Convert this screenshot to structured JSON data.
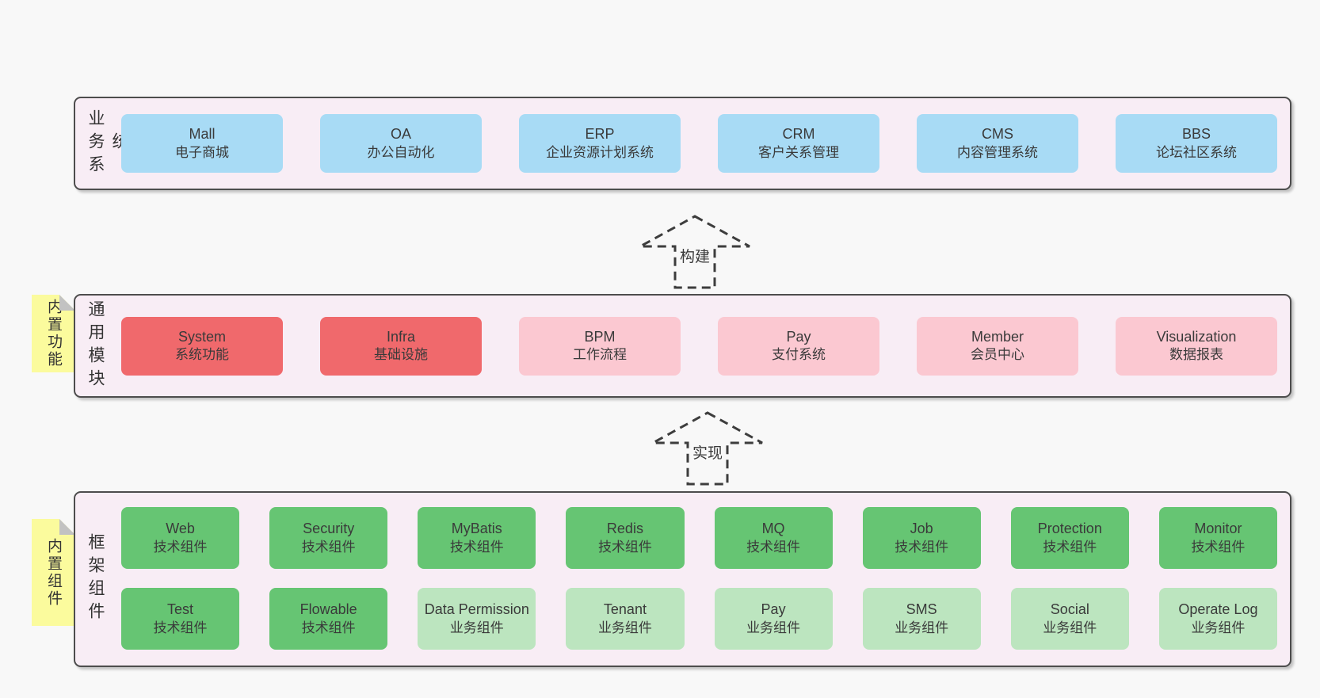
{
  "colors": {
    "page_bg": "#F8F8F8",
    "container_bg": "#F8EDF5",
    "container_border": "#4D4D4D",
    "blue": "#A8DBF5",
    "red": "#F0696C",
    "pink": "#FBC8D1",
    "green_dark": "#66C573",
    "green_light": "#BCE5BF",
    "note_yellow": "#FBFB9D",
    "note_fold": "#C2C2C2",
    "arrow_stroke": "#3D3D3D",
    "text": "#3A3A3A"
  },
  "notes": [
    {
      "label": "内置功能"
    },
    {
      "label": "内置组件"
    }
  ],
  "arrows": [
    {
      "label": "构建"
    },
    {
      "label": "实现"
    }
  ],
  "layers": [
    {
      "label": "业务系统",
      "boxes": [
        {
          "en": "Mall",
          "zh": "电子商城"
        },
        {
          "en": "OA",
          "zh": "办公自动化"
        },
        {
          "en": "ERP",
          "zh": "企业资源计划系统"
        },
        {
          "en": "CRM",
          "zh": "客户关系管理"
        },
        {
          "en": "CMS",
          "zh": "内容管理系统"
        },
        {
          "en": "BBS",
          "zh": "论坛社区系统"
        }
      ]
    },
    {
      "label": "通用模块",
      "boxes": [
        {
          "en": "System",
          "zh": "系统功能"
        },
        {
          "en": "Infra",
          "zh": "基础设施"
        },
        {
          "en": "BPM",
          "zh": "工作流程"
        },
        {
          "en": "Pay",
          "zh": "支付系统"
        },
        {
          "en": "Member",
          "zh": "会员中心"
        },
        {
          "en": "Visualization",
          "zh": "数据报表"
        }
      ]
    },
    {
      "label": "框架组件",
      "rows": [
        [
          {
            "en": "Web",
            "zh": "技术组件"
          },
          {
            "en": "Security",
            "zh": "技术组件"
          },
          {
            "en": "MyBatis",
            "zh": "技术组件"
          },
          {
            "en": "Redis",
            "zh": "技术组件"
          },
          {
            "en": "MQ",
            "zh": "技术组件"
          },
          {
            "en": "Job",
            "zh": "技术组件"
          },
          {
            "en": "Protection",
            "zh": "技术组件"
          },
          {
            "en": "Monitor",
            "zh": "技术组件"
          }
        ],
        [
          {
            "en": "Test",
            "zh": "技术组件"
          },
          {
            "en": "Flowable",
            "zh": "技术组件"
          },
          {
            "en": "Data Permission",
            "zh": "业务组件"
          },
          {
            "en": "Tenant",
            "zh": "业务组件"
          },
          {
            "en": "Pay",
            "zh": "业务组件"
          },
          {
            "en": "SMS",
            "zh": "业务组件"
          },
          {
            "en": "Social",
            "zh": "业务组件"
          },
          {
            "en": "Operate Log",
            "zh": "业务组件"
          }
        ]
      ]
    }
  ]
}
